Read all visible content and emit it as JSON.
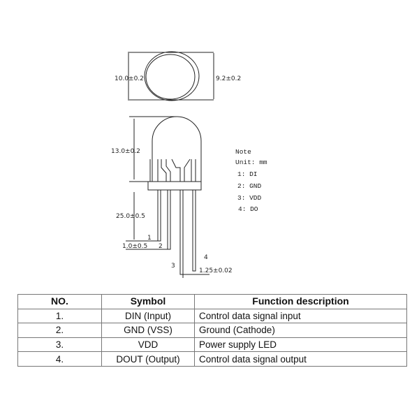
{
  "drawing": {
    "top_view": {
      "diameter_outer": "10.0±0.2",
      "diameter_inner": "9.2±0.2"
    },
    "side_view": {
      "height": "13.0±0.2",
      "lead_length": "25.0±0.5",
      "lead_offset": "1.0±0.5",
      "lead_pitch": "1.25±0.02",
      "pin_labels": [
        "1",
        "2",
        "3",
        "4"
      ]
    },
    "note": {
      "title": "Note",
      "unit": "Unit: mm",
      "pins": [
        "1: DI",
        "2: GND",
        "3: VDD",
        "4: DO"
      ]
    }
  },
  "table": {
    "headers": [
      "NO.",
      "Symbol",
      "Function description"
    ],
    "rows": [
      [
        "1.",
        "DIN (Input)",
        "Control data signal input"
      ],
      [
        "2.",
        "GND (VSS)",
        "Ground (Cathode)"
      ],
      [
        "3.",
        "VDD",
        "Power supply LED"
      ],
      [
        "4.",
        "DOUT (Output)",
        "Control data signal output"
      ]
    ]
  }
}
